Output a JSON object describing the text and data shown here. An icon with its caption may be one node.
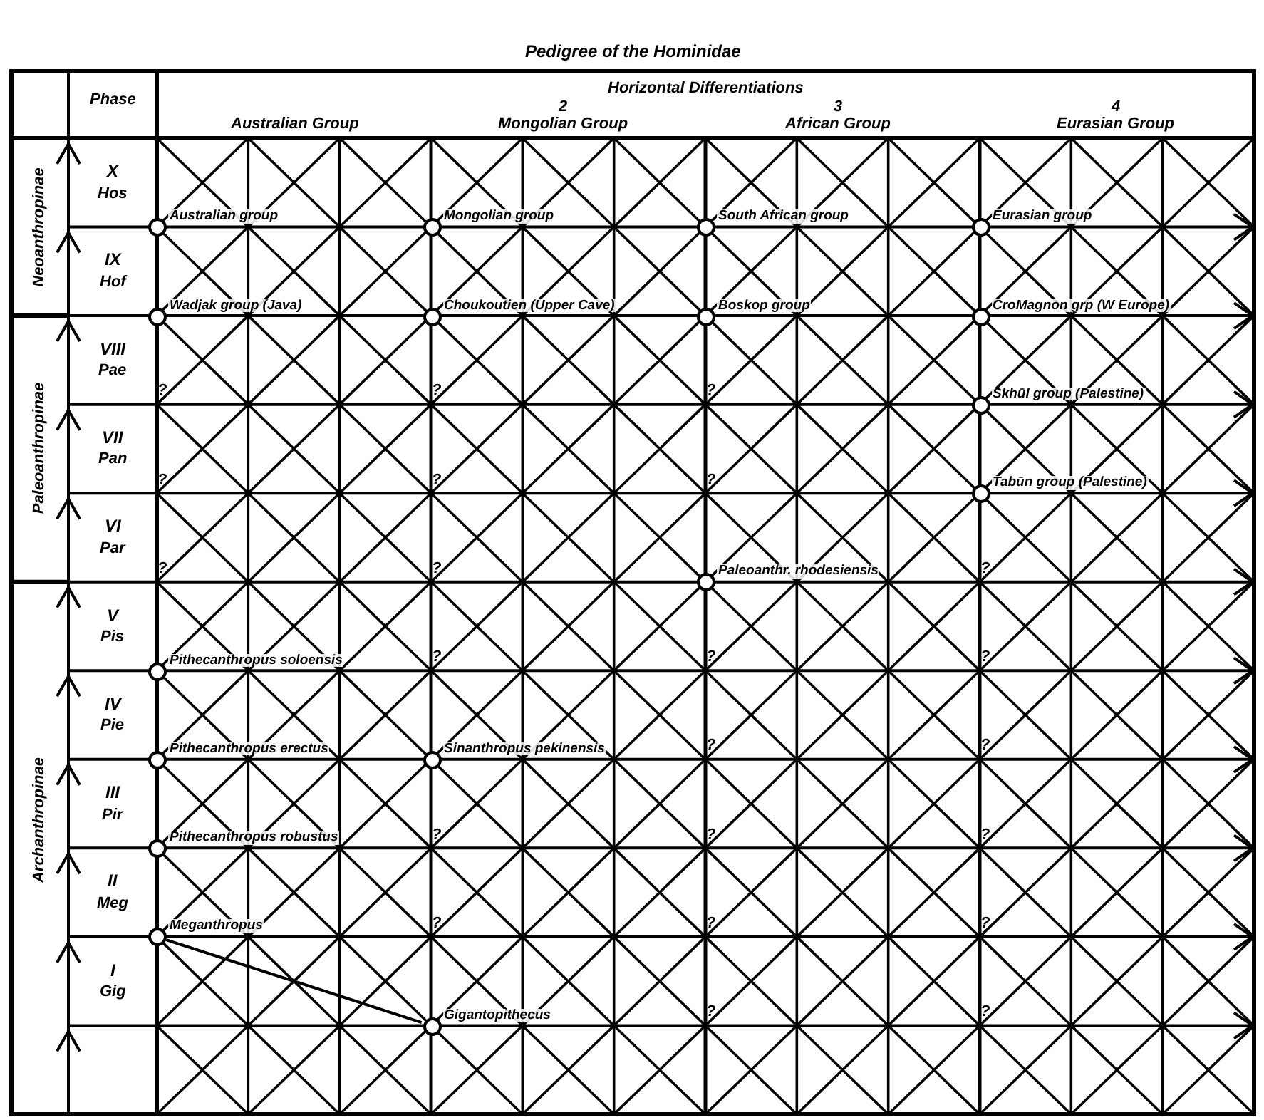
{
  "diagram": {
    "title": "Pedigree of the Hominidae",
    "nodes": [
      {
        "text": [
          "Australian group"
        ]
      },
      {
        "text": [
          "Mongolian group"
        ]
      },
      {
        "text": [
          "South African group"
        ]
      },
      {
        "text": [
          "Eurasian group"
        ]
      },
      {
        "text": [
          "Wadjak group (Java)"
        ]
      },
      {
        "text": [
          "Choukoutien (Upper Cave)"
        ]
      },
      {
        "text": [
          "Boskop group"
        ]
      },
      {
        "text": [
          "CroMagnon grp (W Europe)"
        ]
      },
      {
        "text": [
          "Skhūl group (Palestine)"
        ]
      },
      {
        "text": [
          "Tabūn group (Palestine)"
        ]
      },
      {
        "text": [
          "Paleoanthr. rhodesiensis"
        ]
      },
      {
        "text": [
          "Pithecanthropus soloensis"
        ]
      },
      {
        "text": [
          "Pithecanthropus erectus"
        ]
      },
      {
        "text": [
          "Sinanthropus pekinensis"
        ]
      },
      {
        "text": [
          "Pithecanthropus robustus"
        ]
      },
      {
        "text": [
          "Meganthropus"
        ]
      },
      {
        "text": [
          "Gigantopithecus"
        ]
      }
    ],
    "edges": [
      {
        "from": 15,
        "to": 16,
        "arrow": "none"
      }
    ],
    "labels": [
      "Phase",
      "Horizontal Differentiations",
      "Australian Group",
      "2",
      "Mongolian Group",
      "3",
      "African Group",
      "4",
      "Eurasian Group",
      "Neoanthropinae",
      "Paleoanthropinae",
      "Archanthropinae",
      "X",
      "Hos",
      "IX",
      "Hof",
      "VIII",
      "Pae",
      "VII",
      "Pan",
      "VI",
      "Par",
      "V",
      "Pis",
      "IV",
      "Pie",
      "III",
      "Pir",
      "II",
      "Meg",
      "I",
      "Gig",
      "?",
      "?",
      "?",
      "?",
      "?",
      "?",
      "?",
      "?",
      "?",
      "?",
      "?",
      "?",
      "?",
      "?",
      "?",
      "?",
      "?",
      "?",
      "?",
      "?",
      "?",
      "?"
    ]
  }
}
